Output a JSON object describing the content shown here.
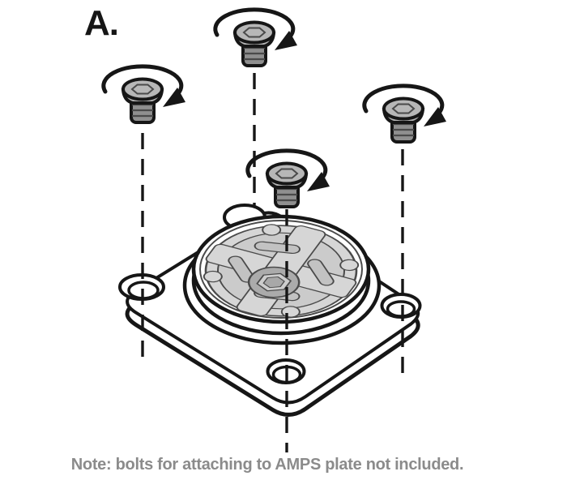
{
  "figure": {
    "step_label": "A.",
    "note": "Note: bolts for attaching to AMPS plate not included."
  },
  "icons": [
    "rotation-arrow-icon",
    "hex-socket-icon",
    "bolt-icon",
    "amps-plate",
    "twist-lock-mount"
  ],
  "colors": {
    "background": "#ffffff",
    "label_text": "#161616",
    "note_text": "#8b8b8b",
    "outline": "#161616",
    "detail_line": "#4a4a4a",
    "plate": "#ffffff",
    "bolt_head": "#b7b7b7",
    "bolt_shaft": "#8f8f8f",
    "mount_face": "#d6d6d6",
    "mount_recess": "#cbcbcb",
    "mount_slot": "#c2c2c2",
    "mount_hub": "#ababab",
    "hub_hex": "#cdcdcd",
    "hub_hex_inner": "#a8a8a8"
  }
}
